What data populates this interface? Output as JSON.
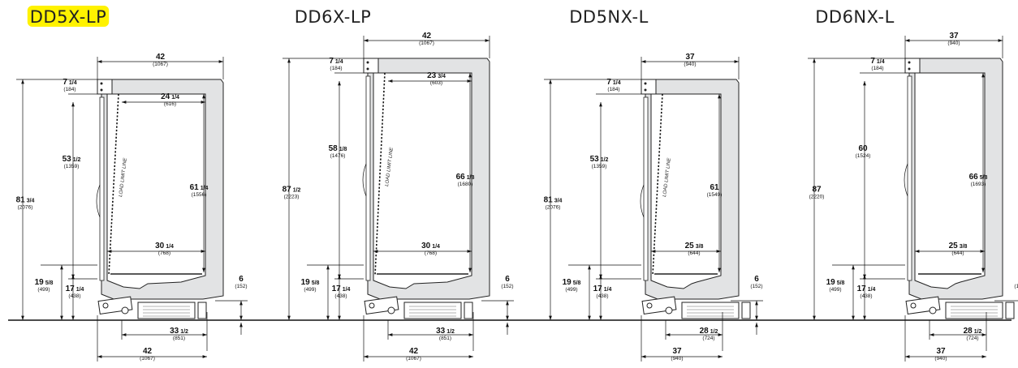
{
  "models": [
    {
      "name": "DD5X-LP",
      "highlighted": true,
      "variant": "lp",
      "overall_height": {
        "whole": "81",
        "frac": "3/4",
        "mm": "(2076)"
      },
      "top_depth": {
        "whole": "42",
        "frac": "",
        "mm": "(1067)"
      },
      "header_height": {
        "whole": "7",
        "frac": "1/4",
        "mm": "(184)"
      },
      "display_opening": {
        "whole": "53",
        "frac": "1/2",
        "mm": "(1359)"
      },
      "interior_top_depth": {
        "whole": "24",
        "frac": "1/4",
        "mm": "(616)"
      },
      "interior_height": {
        "whole": "61",
        "frac": "1/4",
        "mm": "(1556)"
      },
      "interior_bottom_depth": {
        "whole": "30",
        "frac": "1/4",
        "mm": "(768)"
      },
      "base_to_opening": {
        "whole": "19",
        "frac": "5/8",
        "mm": "(499)"
      },
      "deck_height": {
        "whole": "17",
        "frac": "1/4",
        "mm": "(438)"
      },
      "base_offset": {
        "whole": "6",
        "frac": "",
        "mm": "(152)"
      },
      "base_depth": {
        "whole": "33",
        "frac": "1/2",
        "mm": "(851)"
      },
      "bottom_depth": {
        "whole": "42",
        "frac": "",
        "mm": "(1067)"
      },
      "load_line": "LOAD LIMIT LINE"
    },
    {
      "name": "DD6X-LP",
      "highlighted": false,
      "variant": "lp",
      "overall_height": {
        "whole": "87",
        "frac": "1/2",
        "mm": "(2223)"
      },
      "top_depth": {
        "whole": "42",
        "frac": "",
        "mm": "(1067)"
      },
      "header_height": {
        "whole": "7",
        "frac": "1/4",
        "mm": "(184)"
      },
      "display_opening": {
        "whole": "58",
        "frac": "1/8",
        "mm": "(1476)"
      },
      "interior_top_depth": {
        "whole": "23",
        "frac": "3/4",
        "mm": "(603)"
      },
      "interior_height": {
        "whole": "66",
        "frac": "1/8",
        "mm": "(1680)"
      },
      "interior_bottom_depth": {
        "whole": "30",
        "frac": "1/4",
        "mm": "(768)"
      },
      "base_to_opening": {
        "whole": "19",
        "frac": "5/8",
        "mm": "(499)"
      },
      "deck_height": {
        "whole": "17",
        "frac": "1/4",
        "mm": "(438)"
      },
      "base_offset": {
        "whole": "6",
        "frac": "",
        "mm": "(152)"
      },
      "base_depth": {
        "whole": "33",
        "frac": "1/2",
        "mm": "(851)"
      },
      "bottom_depth": {
        "whole": "42",
        "frac": "",
        "mm": "(1067)"
      },
      "load_line": "LOAD LIMIT LINE"
    },
    {
      "name": "DD5NX-L",
      "highlighted": false,
      "variant": "l",
      "overall_height": {
        "whole": "81",
        "frac": "3/4",
        "mm": "(2076)"
      },
      "top_depth": {
        "whole": "37",
        "frac": "",
        "mm": "(940)"
      },
      "header_height": {
        "whole": "7",
        "frac": "1/4",
        "mm": "(184)"
      },
      "display_opening": {
        "whole": "53",
        "frac": "1/2",
        "mm": "(1359)"
      },
      "interior_height": {
        "whole": "61",
        "frac": "",
        "mm": "(1549)"
      },
      "interior_bottom_depth": {
        "whole": "25",
        "frac": "3/8",
        "mm": "(644)"
      },
      "base_to_opening": {
        "whole": "19",
        "frac": "5/8",
        "mm": "(499)"
      },
      "deck_height": {
        "whole": "17",
        "frac": "1/4",
        "mm": "(438)"
      },
      "base_offset": {
        "whole": "6",
        "frac": "",
        "mm": "(152)"
      },
      "base_depth": {
        "whole": "28",
        "frac": "1/2",
        "mm": "(724)"
      },
      "bottom_depth": {
        "whole": "37",
        "frac": "",
        "mm": "(940)"
      },
      "load_line": "LOAD LIMIT LINE"
    },
    {
      "name": "DD6NX-L",
      "highlighted": false,
      "variant": "l",
      "overall_height": {
        "whole": "87",
        "frac": "",
        "mm": "(2220)"
      },
      "top_depth": {
        "whole": "37",
        "frac": "",
        "mm": "(940)"
      },
      "header_height": {
        "whole": "7",
        "frac": "1/4",
        "mm": "(184)"
      },
      "display_opening": {
        "whole": "60",
        "frac": "",
        "mm": "(1524)"
      },
      "interior_height": {
        "whole": "66",
        "frac": "5/8",
        "mm": "(1693)"
      },
      "interior_bottom_depth": {
        "whole": "25",
        "frac": "3/8",
        "mm": "(644)"
      },
      "base_to_opening": {
        "whole": "19",
        "frac": "5/8",
        "mm": "(499)"
      },
      "deck_height": {
        "whole": "17",
        "frac": "1/4",
        "mm": "(438)"
      },
      "base_offset": {
        "whole": "6",
        "frac": "",
        "mm": "(152)"
      },
      "base_depth": {
        "whole": "28",
        "frac": "1/2",
        "mm": "(724)"
      },
      "bottom_depth": {
        "whole": "37",
        "frac": "",
        "mm": "(940)"
      },
      "load_line": ""
    }
  ],
  "colors": {
    "highlight": "#fff200",
    "cabinet": "#e2e3e4",
    "line": "#111111"
  }
}
